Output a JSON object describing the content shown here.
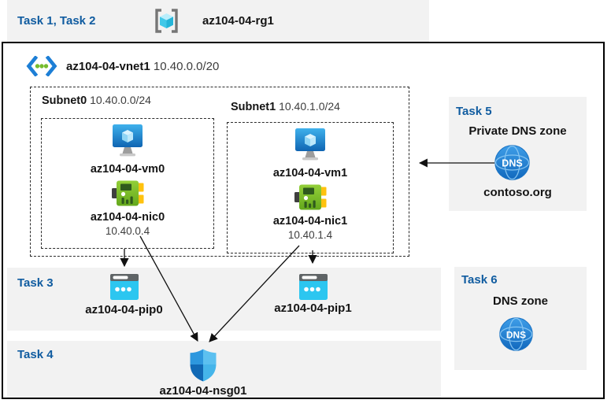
{
  "colors": {
    "accent": "#105ca0",
    "band": "#f2f2f2",
    "dashline": "#2b2b2b",
    "vm-blue": "#1168b8",
    "nic-green": "#7fba00",
    "pip-cyan": "#2cc6f0",
    "dns-blue": "#1b7fd4"
  },
  "header": {
    "tasks": "Task 1, Task 2",
    "resource_group": "az104-04-rg1"
  },
  "vnet": {
    "name": "az104-04-vnet1",
    "cidr": "10.40.0.0/20"
  },
  "subnets": [
    {
      "name": "Subnet0",
      "cidr": "10.40.0.0/24",
      "vm": "az104-04-vm0",
      "nic": "az104-04-nic0",
      "ip": "10.40.0.4"
    },
    {
      "name": "Subnet1",
      "cidr": "10.40.1.0/24",
      "vm": "az104-04-vm1",
      "nic": "az104-04-nic1",
      "ip": "10.40.1.4"
    }
  ],
  "task3": {
    "label": "Task 3",
    "pip0": "az104-04-pip0",
    "pip1": "az104-04-pip1"
  },
  "task4": {
    "label": "Task 4",
    "nsg": "az104-04-nsg01"
  },
  "task5": {
    "label": "Task 5",
    "title": "Private DNS zone",
    "zone": "contoso.org",
    "dns_icon_text": "DNS"
  },
  "task6": {
    "label": "Task 6",
    "title": "DNS zone",
    "dns_icon_text": "DNS"
  }
}
